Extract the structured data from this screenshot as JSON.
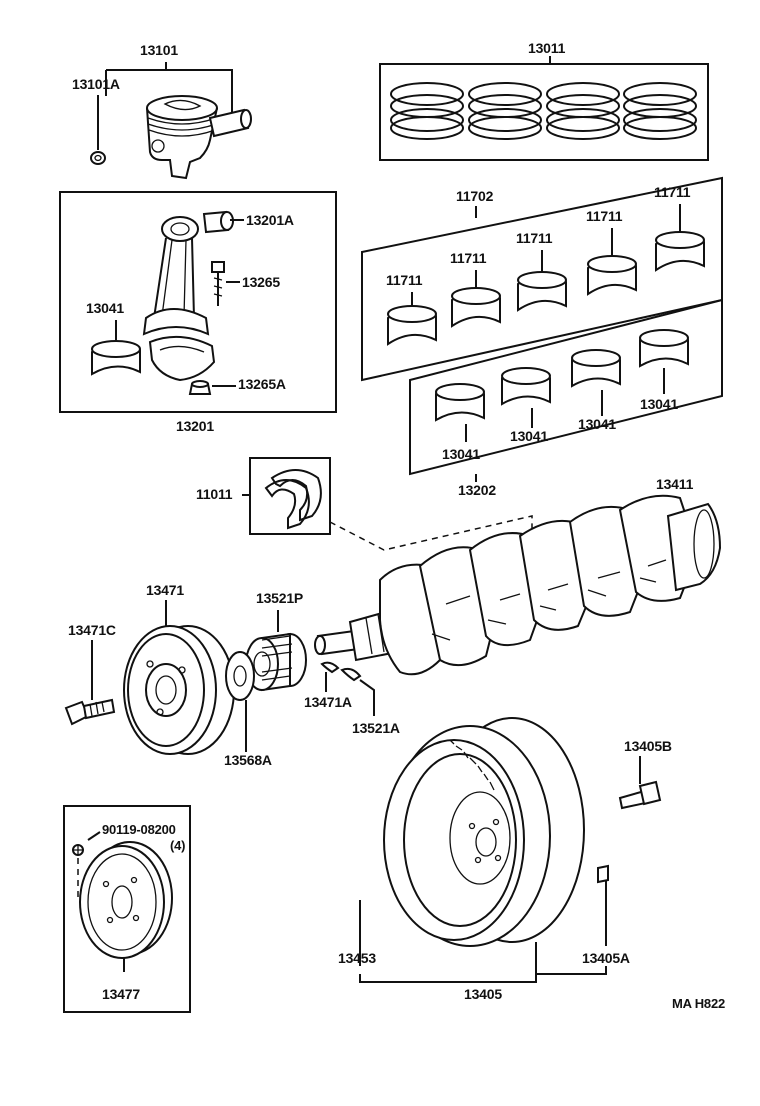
{
  "labels": {
    "p13101": "13101",
    "p13101a": "13101A",
    "p13011": "13011",
    "p11702": "11702",
    "p11711_a": "11711",
    "p11711_b": "11711",
    "p11711_c": "11711",
    "p11711_d": "11711",
    "p11711_e": "11711",
    "p13201a": "13201A",
    "p13265": "13265",
    "p13041_rod": "13041",
    "p13265a": "13265A",
    "p13201": "13201",
    "p13041_a": "13041",
    "p13041_b": "13041",
    "p13041_c": "13041",
    "p13041_d": "13041",
    "p13202": "13202",
    "p11011": "11011",
    "p13411": "13411",
    "p13471": "13471",
    "p13521p": "13521P",
    "p13471c": "13471C",
    "p13471a": "13471A",
    "p13521a": "13521A",
    "p13568a": "13568A",
    "p13405b": "13405B",
    "p90119": "90119-08200",
    "p90119_qty": "(4)",
    "p13477": "13477",
    "p13453": "13453",
    "p13405a": "13405A",
    "p13405": "13405",
    "figure_code": "MA H822"
  }
}
